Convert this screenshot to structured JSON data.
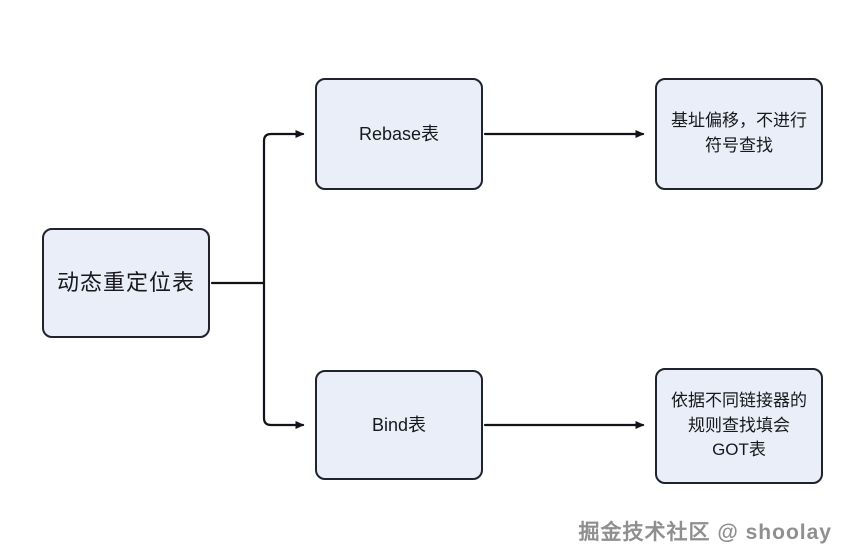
{
  "diagram": {
    "nodes": {
      "root": {
        "label": "动态重定位表"
      },
      "rebase": {
        "label": "Rebase表"
      },
      "bind": {
        "label": "Bind表"
      },
      "rebase_desc": {
        "label": "基址偏移，不进行符号查找"
      },
      "bind_desc": {
        "label": "依据不同链接器的规则查找填会 GOT表"
      }
    },
    "colors": {
      "box_fill": "#eaeef8",
      "box_border": "#20222c",
      "arrow": "#121319"
    }
  },
  "watermark": {
    "text": "掘金技术社区 @ shoolay"
  }
}
